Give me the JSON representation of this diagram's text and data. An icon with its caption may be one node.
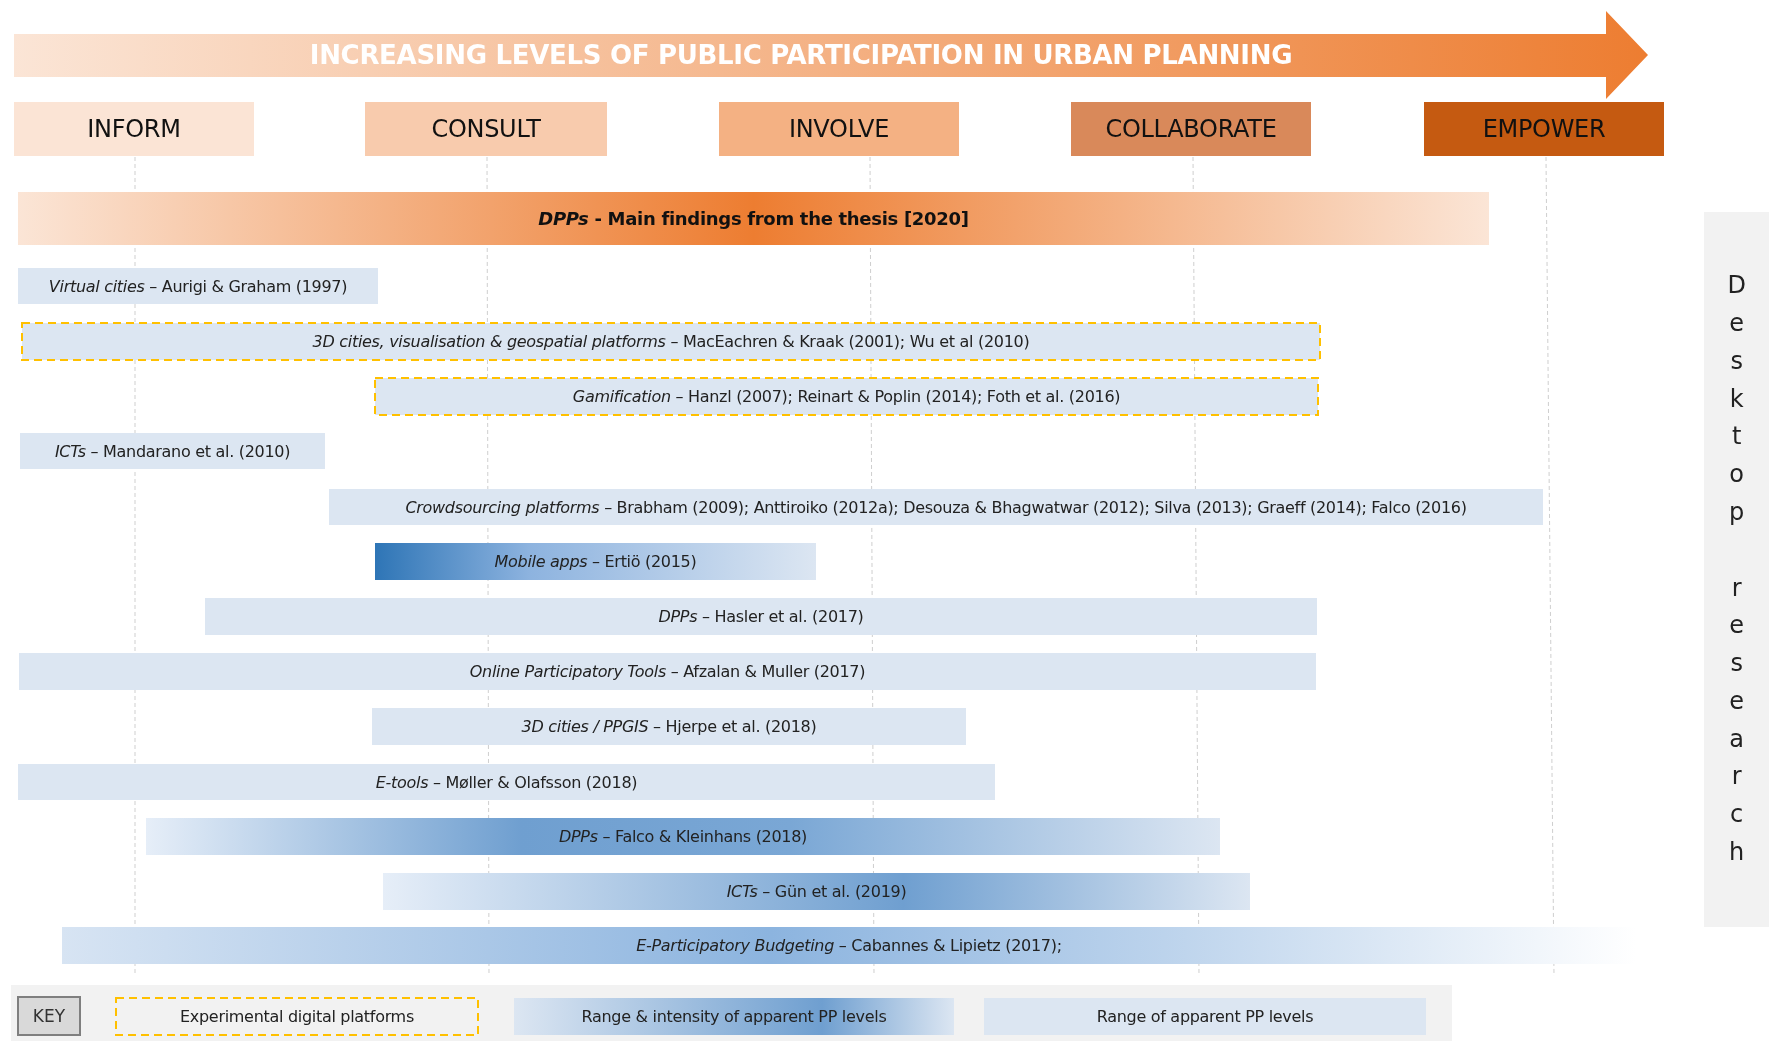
{
  "diagram": {
    "nodes": [
      {
        "text": [
          "INCREASING LEVELS OF PUBLIC PARTICIPATION IN URBAN PLANNING"
        ]
      },
      {
        "text": [
          "INFORM"
        ]
      },
      {
        "text": [
          "CONSULT"
        ]
      },
      {
        "text": [
          "INVOLVE"
        ]
      },
      {
        "text": [
          "COLLABORATE"
        ]
      },
      {
        "text": [
          "EMPOWER"
        ]
      },
      {
        "text": [
          "*DPPs* - Main findings from the thesis [2020]"
        ]
      },
      {
        "text": [
          "*Virtual cities* – Aurigi & Graham (1997)"
        ]
      },
      {
        "text": [
          "*3D cities, visualisation & geospatial platforms* – MacEachren & Kraak (2001); Wu et al (2010)"
        ]
      },
      {
        "text": [
          "*Gamification* – Hanzl (2007); Reinart & Poplin (2014); Foth et al. (2016)"
        ]
      },
      {
        "text": [
          "*ICTs* – Mandarano et al. (2010)"
        ]
      },
      {
        "text": [
          "*Crowdsourcing platforms* – Brabham (2009); Anttiroiko (2012a); Desouza & Bhagwatwar (2012); Silva (2013); Graeff (2014); Falco (2016)"
        ]
      },
      {
        "text": [
          "*Mobile apps* – Ertiö (2015)"
        ]
      },
      {
        "text": [
          "*DPPs* – Hasler et al. (2017)"
        ]
      },
      {
        "text": [
          "*Online Participatory Tools* – Afzalan & Muller (2017)"
        ]
      },
      {
        "text": [
          "*3D cities / PPGIS* – Hjerpe et al. (2018)"
        ]
      },
      {
        "text": [
          "*E-tools* – Møller & Olafsson (2018)"
        ]
      },
      {
        "text": [
          "*DPPs* – Falco & Kleinhans (2018)"
        ]
      },
      {
        "text": [
          "*ICTs* – Gün et al. (2019)"
        ]
      },
      {
        "text": [
          "*E-Participatory Budgeting* – Cabannes & Lipietz (2017);"
        ]
      },
      {
        "text": [
          "Desktop research"
        ]
      }
    ],
    "labels": [
      "KEY"
    ],
    "legend": [
      {
        "text": "Experimental digital platforms"
      },
      {
        "text": "Range & intensity of apparent PP levels"
      },
      {
        "text": "Range of apparent PP levels",
        "color": "#dce6f2"
      }
    ]
  }
}
